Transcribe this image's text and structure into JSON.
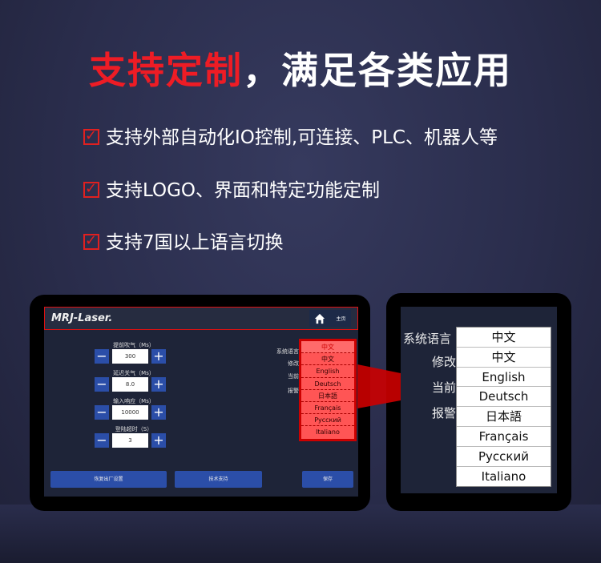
{
  "headline": {
    "highlight": "支持定制",
    "rest": "，满足各类应用"
  },
  "bullets": [
    "支持外部自动化IO控制,可连接、PLC、机器人等",
    "支持LOGO、界面和特定功能定制",
    "支持7国以上语言切换"
  ],
  "panel": {
    "logo": "MRJ-Laser.",
    "home_label": "主页",
    "params": [
      {
        "label": "提前吹气（Ms）",
        "value": "300"
      },
      {
        "label": "延迟关气（Ms）",
        "value": "8.0"
      },
      {
        "label": "输入响应（Ms）",
        "value": "10000"
      },
      {
        "label": "登陆超时（S）",
        "value": "3"
      }
    ],
    "right_labels": [
      "系统语言",
      "修改",
      "当前",
      "报警"
    ],
    "buttons": {
      "reset": "恢复出厂设置",
      "support": "技术支持",
      "save": "保存"
    },
    "language_selected": "中文",
    "languages": [
      "中文",
      "English",
      "Deutsch",
      "日本語",
      "Français",
      "Русский",
      "Italiano"
    ]
  },
  "zoom": {
    "labels": [
      "系统语言",
      "修改",
      "当前",
      "报警"
    ]
  },
  "colors": {
    "highlight": "#ee1c25",
    "button": "#2b4ea8",
    "dropdown": "#ff5555"
  }
}
